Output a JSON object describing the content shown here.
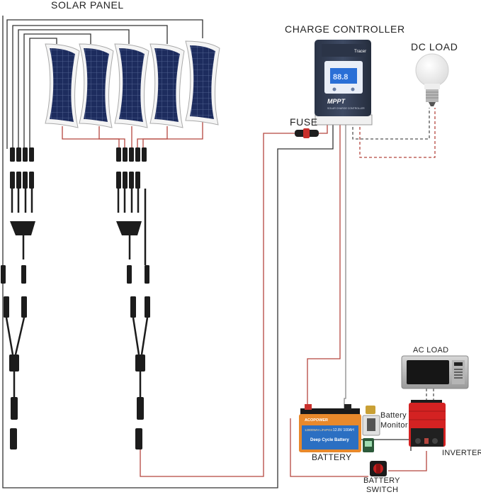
{
  "labels": {
    "solar_panel": "SOLAR PANEL",
    "charge_controller": "CHARGE CONTROLLER",
    "dc_load": "DC LOAD",
    "fuse": "FUSE",
    "ac_load": "AC LOAD",
    "battery_monitor_line1": "Battery",
    "battery_monitor_line2": "Monitor",
    "battery": "BATTERY",
    "inverter": "INVERTER",
    "battery_switch_line1": "BATTERY",
    "battery_switch_line2": "SWITCH"
  },
  "controller": {
    "brand": "Tracer",
    "type": "MPPT",
    "subtitle": "SOLAR CHARGE CONTROLLER"
  },
  "battery": {
    "brand": "ACOPOWER",
    "spec": "12.8V 100AH",
    "chemistry": "12800WH LiFePO4",
    "name": "Deep Cycle Battery"
  },
  "colors": {
    "positive_wire": "#b5463f",
    "negative_wire": "#333333",
    "panel_cell": "#1d2c5e",
    "inverter_red": "#d42222",
    "battery_orange": "#e8892b"
  }
}
